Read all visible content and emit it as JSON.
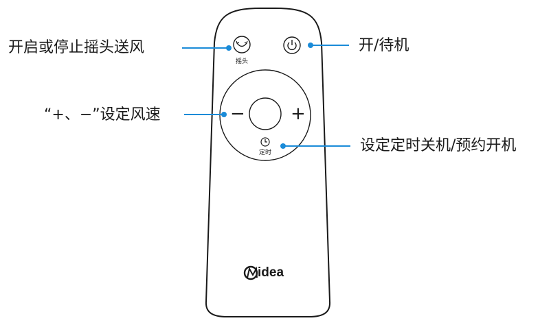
{
  "callouts": {
    "swing": "开启或停止摇头送风",
    "power": "开/待机",
    "speed": "“+、−”设定风速",
    "timer": "设定定时关机/预约开机"
  },
  "remote": {
    "swing_label": "摇头",
    "timer_label": "定时",
    "minus_symbol": "−",
    "plus_symbol": "+",
    "brand": "idea"
  },
  "colors": {
    "leader_line": "#1a8bd8",
    "outline": "#1a1a1a",
    "background": "#ffffff"
  }
}
